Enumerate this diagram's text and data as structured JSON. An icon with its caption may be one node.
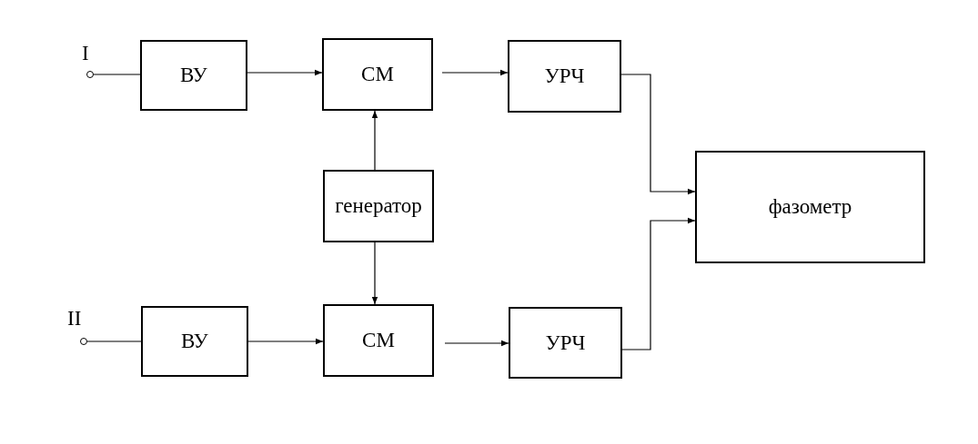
{
  "diagram": {
    "nodes": [
      {
        "text": [],
        "shape": "circle",
        "beside": [
          "I"
        ]
      },
      {
        "text": [
          "ВУ"
        ]
      },
      {
        "text": [
          "СМ"
        ]
      },
      {
        "text": [
          "УРЧ"
        ]
      },
      {
        "text": [
          "генератор"
        ]
      },
      {
        "text": [
          "фазометр"
        ]
      },
      {
        "text": [],
        "shape": "circle",
        "beside": [
          "II"
        ]
      },
      {
        "text": [
          "ВУ"
        ]
      },
      {
        "text": [
          "СМ"
        ]
      },
      {
        "text": [
          "УРЧ"
        ]
      }
    ],
    "edges": [
      {
        "from": 0,
        "to": 1,
        "arrow": "none"
      },
      {
        "from": 1,
        "to": 2,
        "arrow": "to"
      },
      {
        "from": 2,
        "to": 3,
        "arrow": "to"
      },
      {
        "from": 3,
        "to": 5,
        "arrow": "to"
      },
      {
        "from": 4,
        "to": 2,
        "arrow": "to"
      },
      {
        "from": 4,
        "to": 8,
        "arrow": "to"
      },
      {
        "from": 6,
        "to": 7,
        "arrow": "none"
      },
      {
        "from": 7,
        "to": 8,
        "arrow": "to"
      },
      {
        "from": 8,
        "to": 9,
        "arrow": "to"
      },
      {
        "from": 9,
        "to": 5,
        "arrow": "to"
      }
    ]
  }
}
